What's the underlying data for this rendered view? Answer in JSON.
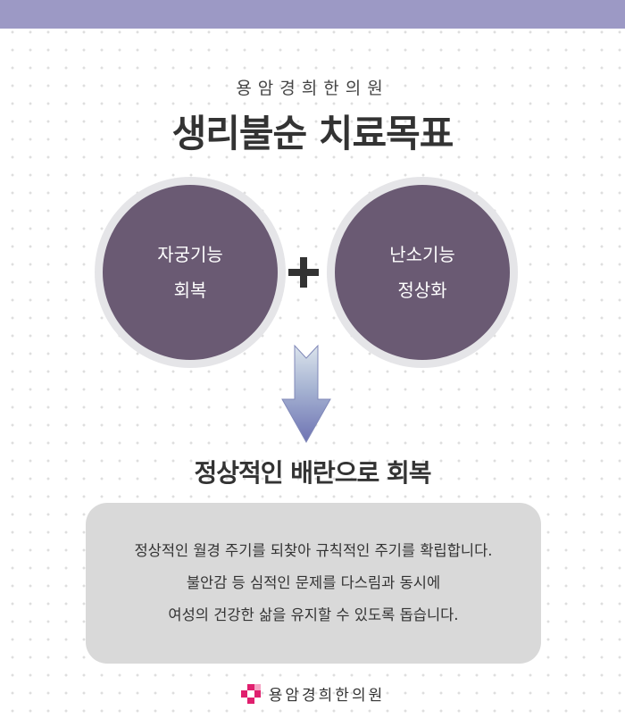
{
  "header": {
    "clinic_name": "용암경희한의원",
    "title": "생리불순 치료목표"
  },
  "goals": [
    {
      "line1": "자궁기능",
      "line2": "회복"
    },
    {
      "line1": "난소기능",
      "line2": "정상화"
    }
  ],
  "result": {
    "title": "정상적인 배란으로 회복"
  },
  "description": {
    "lines": [
      "정상적인 월경 주기를 되찾아 규칙적인 주기를 확립합니다.",
      "불안감 등 심적인 문제를 다스림과 동시에",
      "여성의 건강한 삶을 유지할 수 있도록 돕습니다."
    ]
  },
  "footer": {
    "clinic_name": "용암경희한의원"
  },
  "colors": {
    "top_bar": "#9c99c5",
    "circle": "#6a5a73",
    "logo_accent": "#e01f6e"
  }
}
